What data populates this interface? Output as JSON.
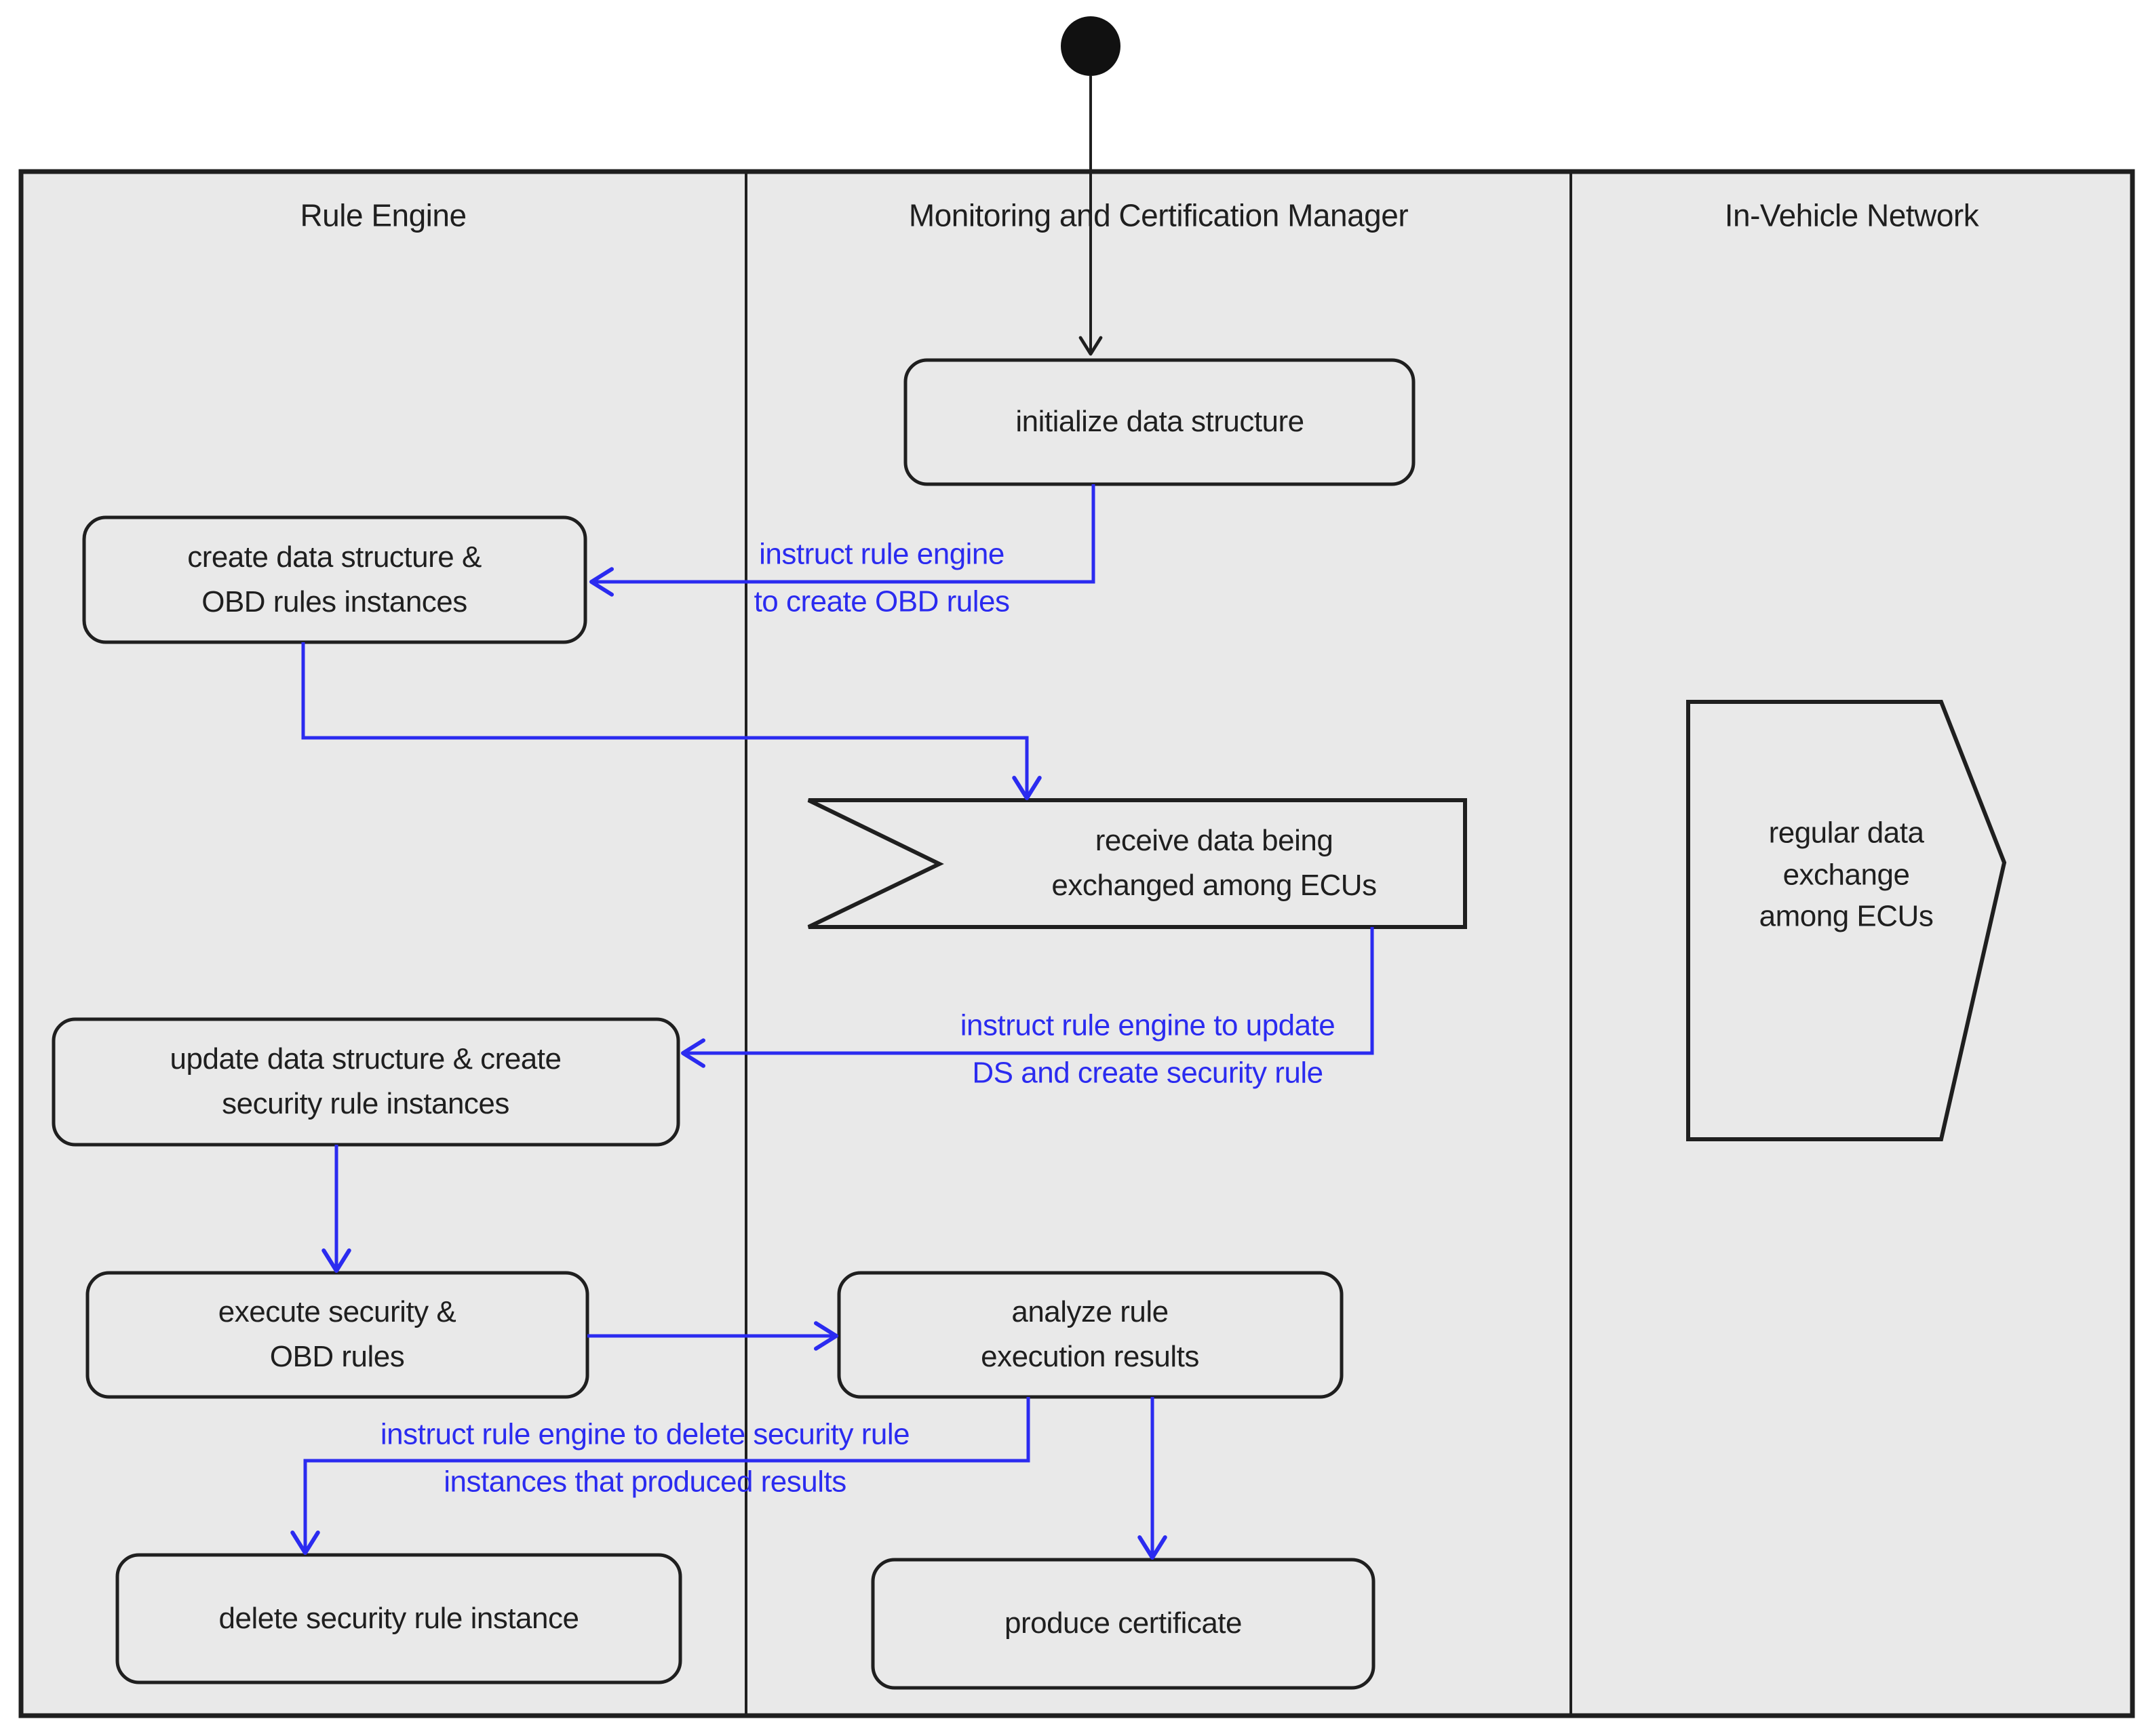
{
  "diagram_type": "UML activity diagram with swimlanes",
  "lanes": [
    {
      "label": "Rule Engine"
    },
    {
      "label": "Monitoring and Certification Manager"
    },
    {
      "label": "In-Vehicle Network"
    }
  ],
  "nodes": {
    "start": {
      "type": "initial-node"
    },
    "initialize": {
      "label": "initialize data structure"
    },
    "create_obd": {
      "label": "create data structure &\nOBD rules instances"
    },
    "receive_data": {
      "label": "receive data being\nexchanged among ECUs",
      "shape": "signal-receipt"
    },
    "regular_exchange": {
      "label": "regular data\nexchange\namong ECUs",
      "shape": "signal-send"
    },
    "update_ds": {
      "label": "update data structure & create\nsecurity rule instances"
    },
    "execute_rules": {
      "label": "execute security &\nOBD rules"
    },
    "analyze_results": {
      "label": "analyze rule\nexecution results"
    },
    "delete_rule": {
      "label": "delete security rule instance"
    },
    "produce_certificate": {
      "label": "produce certificate"
    }
  },
  "edge_labels": {
    "create_obd_msg": "instruct rule engine\nto create OBD rules",
    "update_ds_msg": "instruct rule engine to update\nDS and create security rule",
    "delete_msg": "instruct rule engine to delete security rule\ninstances that produced results"
  },
  "colors": {
    "message_flow": "#2b2bf0",
    "control_flow": "#1f1f1f",
    "lane_background": "#e9e9e9",
    "page_background": "#ffffff"
  }
}
